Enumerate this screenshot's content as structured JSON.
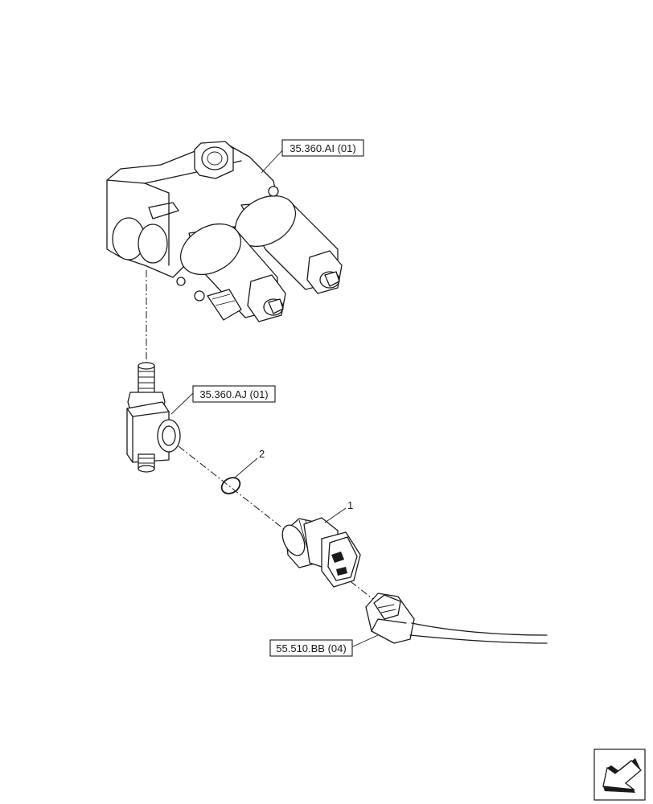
{
  "references": {
    "valve_block": "35.360.AI (01)",
    "tee_fitting": "35.360.AJ (01)",
    "harness_connector": "55.510.BB (04)"
  },
  "callouts": {
    "sensor": "1",
    "o_ring": "2"
  },
  "icons": {
    "nav": "arrow-back-icon"
  }
}
